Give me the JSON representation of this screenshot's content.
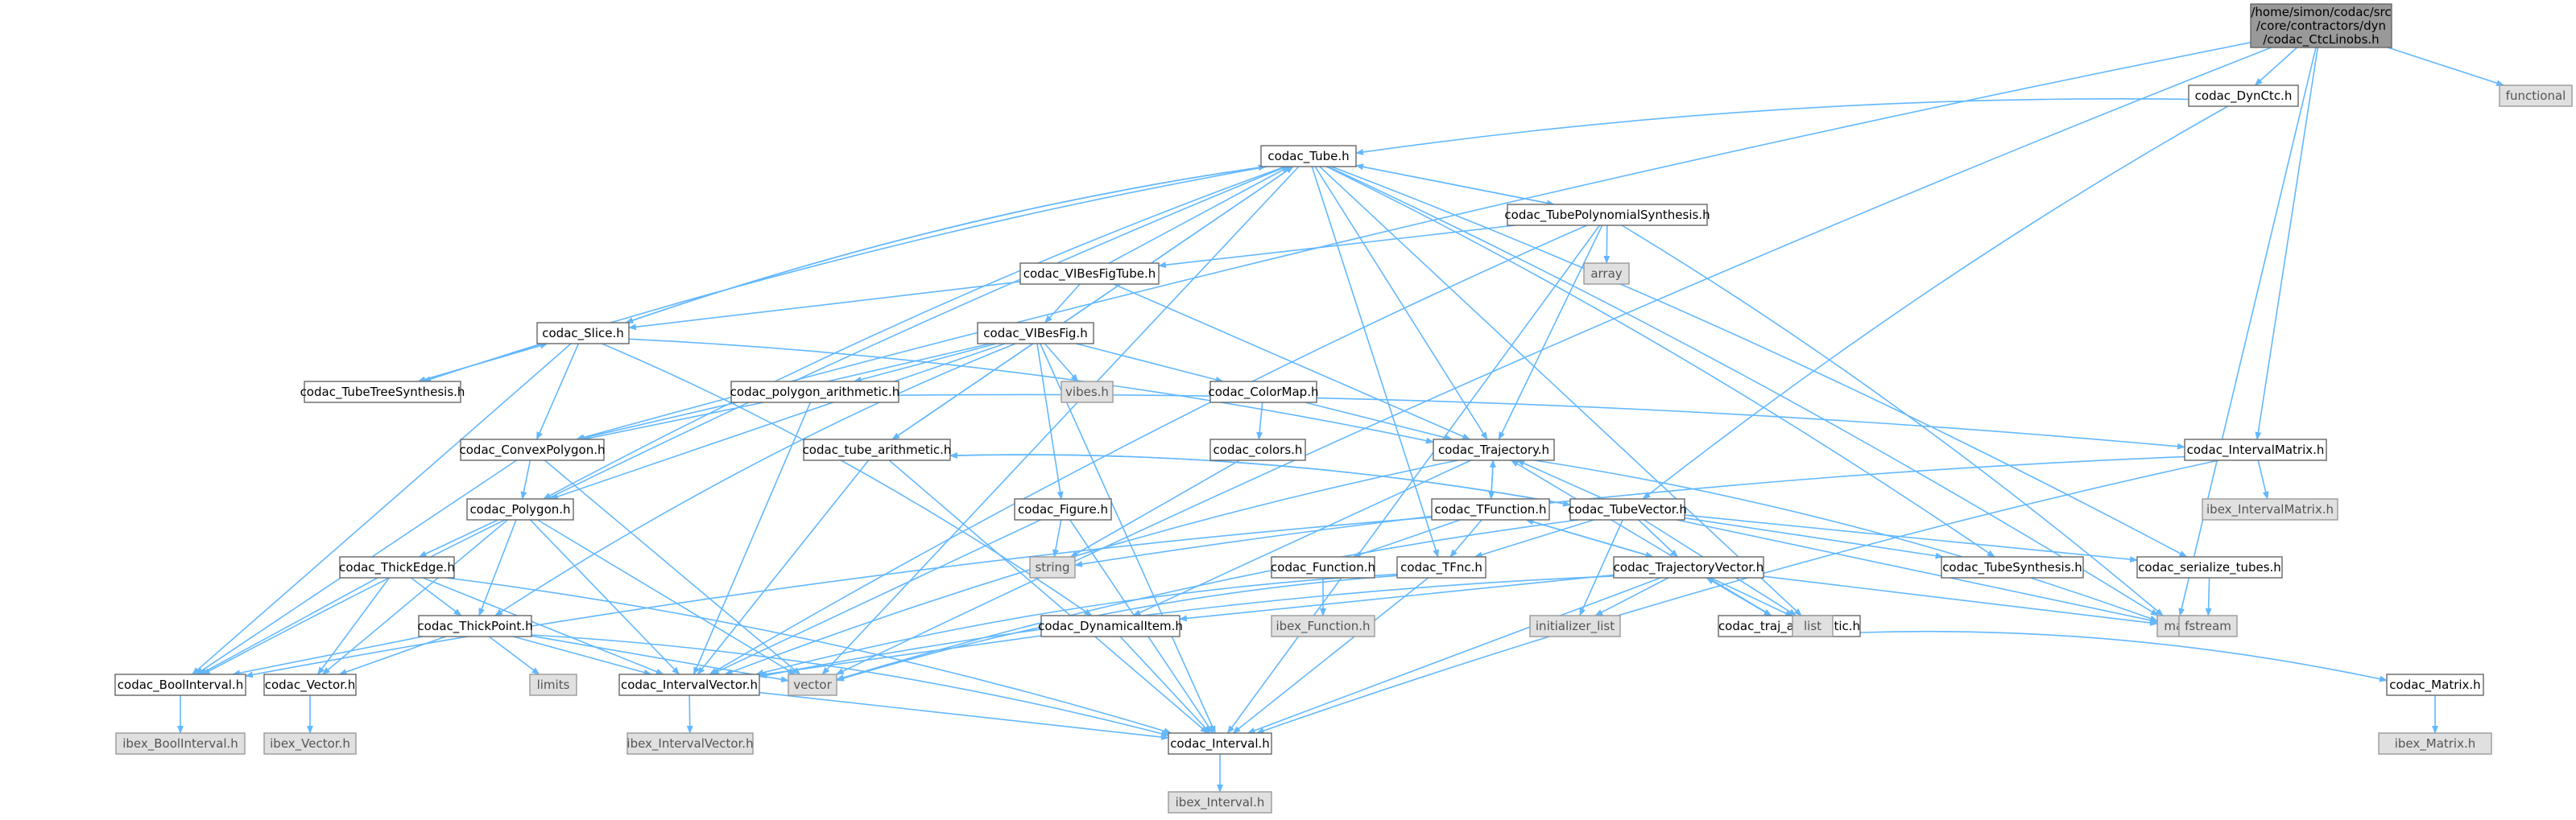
{
  "colors": {
    "edge": "#63b8ff",
    "local_fill": "#ffffff",
    "external_fill": "#e0e0e0",
    "root_fill": "#999999",
    "border": "#666666"
  },
  "nodes": [
    {
      "id": "root",
      "label": "/home/simon/codac/src\n/core/contractors/dyn\n/codac_CtcLinobs.h",
      "kind": "root"
    },
    {
      "id": "DynCtc",
      "label": "codac_DynCtc.h",
      "kind": "local"
    },
    {
      "id": "functional",
      "label": "functional",
      "kind": "ext"
    },
    {
      "id": "Tube",
      "label": "codac_Tube.h",
      "kind": "local"
    },
    {
      "id": "TPS",
      "label": "codac_TubePolynomialSynthesis.h",
      "kind": "local"
    },
    {
      "id": "array",
      "label": "array",
      "kind": "ext"
    },
    {
      "id": "VIBesFigTube",
      "label": "codac_VIBesFigTube.h",
      "kind": "local"
    },
    {
      "id": "VIBesFig",
      "label": "codac_VIBesFig.h",
      "kind": "local"
    },
    {
      "id": "vibes",
      "label": "vibes.h",
      "kind": "ext"
    },
    {
      "id": "Slice",
      "label": "codac_Slice.h",
      "kind": "local"
    },
    {
      "id": "TTS",
      "label": "codac_TubeTreeSynthesis.h",
      "kind": "local"
    },
    {
      "id": "PolyArith",
      "label": "codac_polygon_arithmetic.h",
      "kind": "local"
    },
    {
      "id": "ColorMap",
      "label": "codac_ColorMap.h",
      "kind": "local"
    },
    {
      "id": "ConvexPolygon",
      "label": "codac_ConvexPolygon.h",
      "kind": "local"
    },
    {
      "id": "colors",
      "label": "codac_colors.h",
      "kind": "local"
    },
    {
      "id": "Trajectory",
      "label": "codac_Trajectory.h",
      "kind": "local"
    },
    {
      "id": "IntervalMatrix",
      "label": "codac_IntervalMatrix.h",
      "kind": "local"
    },
    {
      "id": "TubeArith",
      "label": "codac_tube_arithmetic.h",
      "kind": "local"
    },
    {
      "id": "Polygon",
      "label": "codac_Polygon.h",
      "kind": "local"
    },
    {
      "id": "Figure",
      "label": "codac_Figure.h",
      "kind": "local"
    },
    {
      "id": "TFunction",
      "label": "codac_TFunction.h",
      "kind": "local"
    },
    {
      "id": "TubeVector",
      "label": "codac_TubeVector.h",
      "kind": "local"
    },
    {
      "id": "ibexIntervalMatrix",
      "label": "ibex_IntervalMatrix.h",
      "kind": "ext"
    },
    {
      "id": "string",
      "label": "string",
      "kind": "ext"
    },
    {
      "id": "ThickEdge",
      "label": "codac_ThickEdge.h",
      "kind": "local"
    },
    {
      "id": "Function",
      "label": "codac_Function.h",
      "kind": "local"
    },
    {
      "id": "TFnc",
      "label": "codac_TFnc.h",
      "kind": "local"
    },
    {
      "id": "TrajVector",
      "label": "codac_TrajectoryVector.h",
      "kind": "local"
    },
    {
      "id": "TubeSynth",
      "label": "codac_TubeSynthesis.h",
      "kind": "local"
    },
    {
      "id": "serialize",
      "label": "codac_serialize_tubes.h",
      "kind": "local"
    },
    {
      "id": "ThickPoint",
      "label": "codac_ThickPoint.h",
      "kind": "local"
    },
    {
      "id": "ibexFunction",
      "label": "ibex_Function.h",
      "kind": "ext"
    },
    {
      "id": "DynItem",
      "label": "codac_DynamicalItem.h",
      "kind": "local"
    },
    {
      "id": "initlist",
      "label": "initializer_list",
      "kind": "ext"
    },
    {
      "id": "TrajArith",
      "label": "codac_traj_arithmetic.h",
      "kind": "local"
    },
    {
      "id": "list",
      "label": "list",
      "kind": "ext"
    },
    {
      "id": "map",
      "label": "map",
      "kind": "ext"
    },
    {
      "id": "fstream",
      "label": "fstream",
      "kind": "ext"
    },
    {
      "id": "limits",
      "label": "limits",
      "kind": "ext"
    },
    {
      "id": "BoolInterval",
      "label": "codac_BoolInterval.h",
      "kind": "local"
    },
    {
      "id": "Vector",
      "label": "codac_Vector.h",
      "kind": "local"
    },
    {
      "id": "IntervalVector",
      "label": "codac_IntervalVector.h",
      "kind": "local"
    },
    {
      "id": "vector",
      "label": "vector",
      "kind": "ext"
    },
    {
      "id": "Matrix",
      "label": "codac_Matrix.h",
      "kind": "local"
    },
    {
      "id": "ibexBoolInterval",
      "label": "ibex_BoolInterval.h",
      "kind": "ext"
    },
    {
      "id": "ibexVector",
      "label": "ibex_Vector.h",
      "kind": "ext"
    },
    {
      "id": "ibexIntervalVector",
      "label": "ibex_IntervalVector.h",
      "kind": "ext"
    },
    {
      "id": "Interval",
      "label": "codac_Interval.h",
      "kind": "local"
    },
    {
      "id": "ibexMatrix",
      "label": "ibex_Matrix.h",
      "kind": "ext"
    },
    {
      "id": "ibexInterval",
      "label": "ibex_Interval.h",
      "kind": "ext"
    }
  ],
  "edges": [
    [
      "root",
      "DynCtc"
    ],
    [
      "root",
      "functional"
    ],
    [
      "root",
      "IntervalMatrix"
    ],
    [
      "root",
      "map"
    ],
    [
      "root",
      "ConvexPolygon"
    ],
    [
      "root",
      "vector"
    ],
    [
      "DynCtc",
      "Tube"
    ],
    [
      "DynCtc",
      "TubeVector"
    ],
    [
      "Tube",
      "TPS"
    ],
    [
      "Tube",
      "Slice"
    ],
    [
      "Tube",
      "Trajectory"
    ],
    [
      "Tube",
      "TubeArith"
    ],
    [
      "Tube",
      "TFnc"
    ],
    [
      "Tube",
      "TubeSynth"
    ],
    [
      "Tube",
      "serialize"
    ],
    [
      "Tube",
      "list"
    ],
    [
      "Tube",
      "map"
    ],
    [
      "Tube",
      "vector"
    ],
    [
      "Tube",
      "Polygon"
    ],
    [
      "Tube",
      "BoolInterval"
    ],
    [
      "Tube",
      "TTS"
    ],
    [
      "TPS",
      "Tube"
    ],
    [
      "TPS",
      "array"
    ],
    [
      "TPS",
      "VIBesFigTube"
    ],
    [
      "TPS",
      "Trajectory"
    ],
    [
      "TPS",
      "map"
    ],
    [
      "TPS",
      "IntervalVector"
    ],
    [
      "TPS",
      "Interval"
    ],
    [
      "VIBesFigTube",
      "Tube"
    ],
    [
      "VIBesFigTube",
      "VIBesFig"
    ],
    [
      "VIBesFigTube",
      "Slice"
    ],
    [
      "VIBesFigTube",
      "Trajectory"
    ],
    [
      "VIBesFig",
      "vibes"
    ],
    [
      "VIBesFig",
      "PolyArith"
    ],
    [
      "VIBesFig",
      "ColorMap"
    ],
    [
      "VIBesFig",
      "ConvexPolygon"
    ],
    [
      "VIBesFig",
      "Polygon"
    ],
    [
      "VIBesFig",
      "Figure"
    ],
    [
      "VIBesFig",
      "ThickPoint"
    ],
    [
      "VIBesFig",
      "Interval"
    ],
    [
      "Slice",
      "Tube"
    ],
    [
      "Slice",
      "TTS"
    ],
    [
      "Slice",
      "ConvexPolygon"
    ],
    [
      "Slice",
      "Trajectory"
    ],
    [
      "Slice",
      "BoolInterval"
    ],
    [
      "Slice",
      "DynItem"
    ],
    [
      "TTS",
      "Slice"
    ],
    [
      "PolyArith",
      "ConvexPolygon"
    ],
    [
      "PolyArith",
      "IntervalMatrix"
    ],
    [
      "PolyArith",
      "IntervalVector"
    ],
    [
      "ColorMap",
      "colors"
    ],
    [
      "ColorMap",
      "Trajectory"
    ],
    [
      "ConvexPolygon",
      "Polygon"
    ],
    [
      "ConvexPolygon",
      "BoolInterval"
    ],
    [
      "ConvexPolygon",
      "vector"
    ],
    [
      "colors",
      "string"
    ],
    [
      "Trajectory",
      "TFunction"
    ],
    [
      "Trajectory",
      "map"
    ],
    [
      "Trajectory",
      "IntervalVector"
    ],
    [
      "Trajectory",
      "DynItem"
    ],
    [
      "IntervalMatrix",
      "ibexIntervalMatrix"
    ],
    [
      "IntervalMatrix",
      "Interval"
    ],
    [
      "IntervalMatrix",
      "string"
    ],
    [
      "TubeArith",
      "Tube"
    ],
    [
      "TubeArith",
      "TubeVector"
    ],
    [
      "TubeArith",
      "IntervalVector"
    ],
    [
      "TubeArith",
      "Interval"
    ],
    [
      "Polygon",
      "ThickEdge"
    ],
    [
      "Polygon",
      "ThickPoint"
    ],
    [
      "Polygon",
      "IntervalVector"
    ],
    [
      "Polygon",
      "Vector"
    ],
    [
      "Polygon",
      "vector"
    ],
    [
      "Figure",
      "string"
    ],
    [
      "Figure",
      "IntervalVector"
    ],
    [
      "Figure",
      "Interval"
    ],
    [
      "TFunction",
      "Trajectory"
    ],
    [
      "TFunction",
      "TrajVector"
    ],
    [
      "TFunction",
      "Function"
    ],
    [
      "TFunction",
      "TFnc"
    ],
    [
      "TFunction",
      "BoolInterval"
    ],
    [
      "TubeVector",
      "TubeArith"
    ],
    [
      "TubeVector",
      "TFnc"
    ],
    [
      "TubeVector",
      "TrajVector"
    ],
    [
      "TubeVector",
      "TubeSynth"
    ],
    [
      "TubeVector",
      "serialize"
    ],
    [
      "TubeVector",
      "initlist"
    ],
    [
      "TubeVector",
      "list"
    ],
    [
      "TubeVector",
      "map"
    ],
    [
      "TubeVector",
      "vector"
    ],
    [
      "TubeVector",
      "Trajectory"
    ],
    [
      "ThickEdge",
      "ThickPoint"
    ],
    [
      "ThickEdge",
      "BoolInterval"
    ],
    [
      "ThickEdge",
      "Vector"
    ],
    [
      "ThickEdge",
      "IntervalVector"
    ],
    [
      "ThickEdge",
      "Interval"
    ],
    [
      "Function",
      "ibexFunction"
    ],
    [
      "TFnc",
      "IntervalVector"
    ],
    [
      "TFnc",
      "Interval"
    ],
    [
      "TFnc",
      "vector"
    ],
    [
      "TrajVector",
      "TrajArith"
    ],
    [
      "TrajVector",
      "DynItem"
    ],
    [
      "TrajVector",
      "initlist"
    ],
    [
      "TrajVector",
      "list"
    ],
    [
      "TrajVector",
      "map"
    ],
    [
      "TrajVector",
      "IntervalVector"
    ],
    [
      "TrajVector",
      "Interval"
    ],
    [
      "TrajVector",
      "TFunction"
    ],
    [
      "serialize",
      "fstream"
    ],
    [
      "ThickPoint",
      "limits"
    ],
    [
      "ThickPoint",
      "BoolInterval"
    ],
    [
      "ThickPoint",
      "Vector"
    ],
    [
      "ThickPoint",
      "IntervalVector"
    ],
    [
      "ThickPoint",
      "Interval"
    ],
    [
      "ThickPoint",
      "vector"
    ],
    [
      "DynItem",
      "IntervalVector"
    ],
    [
      "DynItem",
      "Interval"
    ],
    [
      "TrajArith",
      "TrajVector"
    ],
    [
      "TrajArith",
      "Trajectory"
    ],
    [
      "TrajArith",
      "Matrix"
    ],
    [
      "BoolInterval",
      "ibexBoolInterval"
    ],
    [
      "Vector",
      "ibexVector"
    ],
    [
      "IntervalVector",
      "ibexIntervalVector"
    ],
    [
      "IntervalVector",
      "Interval"
    ],
    [
      "Matrix",
      "ibexMatrix"
    ],
    [
      "Interval",
      "ibexInterval"
    ]
  ]
}
